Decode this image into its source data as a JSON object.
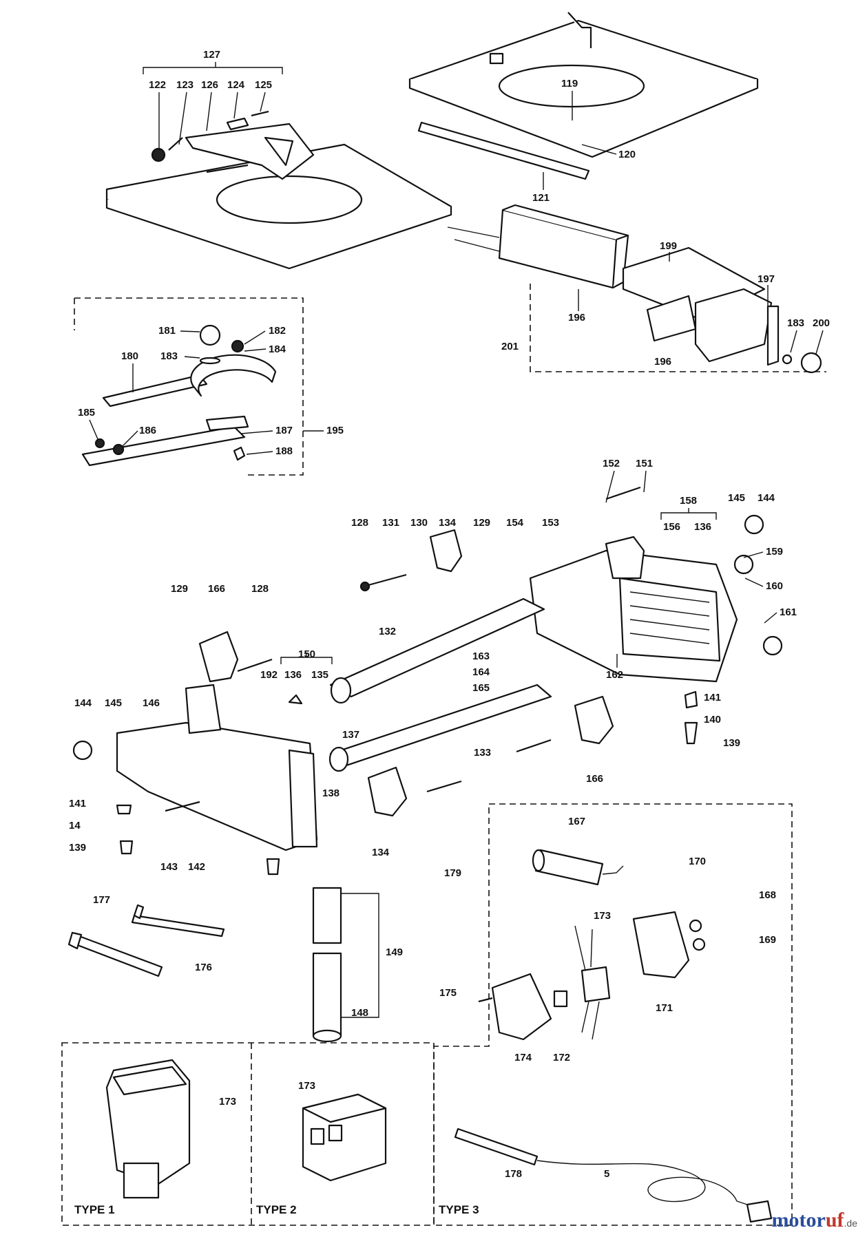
{
  "labels": {
    "l127": "127",
    "l122": "122",
    "l123": "123",
    "l126": "126",
    "l124": "124",
    "l125": "125",
    "l119": "119",
    "l120": "120",
    "l121": "121",
    "l199": "199",
    "l197": "197",
    "l196a": "196",
    "l196b": "196",
    "l183b": "183",
    "l200": "200",
    "l201": "201",
    "l181": "181",
    "l182": "182",
    "l183": "183",
    "l184": "184",
    "l180": "180",
    "l185": "185",
    "l186": "186",
    "l187": "187",
    "l188": "188",
    "l195": "195",
    "l152": "152",
    "l151": "151",
    "l158": "158",
    "l145a": "145",
    "l144a": "144",
    "l156": "156",
    "l136a": "136",
    "l159": "159",
    "l160": "160",
    "l161": "161",
    "l162": "162",
    "l128a": "128",
    "l131": "131",
    "l130": "130",
    "l134a": "134",
    "l129a": "129",
    "l154": "154",
    "l153": "153",
    "l129b": "129",
    "l166a": "166",
    "l128b": "128",
    "l132": "132",
    "l163": "163",
    "l164": "164",
    "l165": "165",
    "l150": "150",
    "l192": "192",
    "l136b": "136",
    "l135": "135",
    "l137": "137",
    "l138": "138",
    "l144b": "144",
    "l145b": "145",
    "l146": "146",
    "l141a": "141",
    "l140": "140",
    "l139a": "139",
    "l141b": "141",
    "l14": "14",
    "l139b": "139",
    "l143": "143",
    "l142": "142",
    "l133": "133",
    "l166b": "166",
    "l134b": "134",
    "l177": "177",
    "l176": "176",
    "l149": "149",
    "l148": "148",
    "l167": "167",
    "l170": "170",
    "l168": "168",
    "l169": "169",
    "l179": "179",
    "l173a": "173",
    "l171": "171",
    "l175": "175",
    "l174": "174",
    "l172": "172",
    "l178": "178",
    "l5": "5",
    "l173b": "173",
    "l173c": "173"
  },
  "types": {
    "type1": "TYPE 1",
    "type2": "TYPE 2",
    "type3": "TYPE 3"
  },
  "watermark": {
    "brand_a": "motor",
    "brand_b": "uf",
    "tld": ".de"
  }
}
